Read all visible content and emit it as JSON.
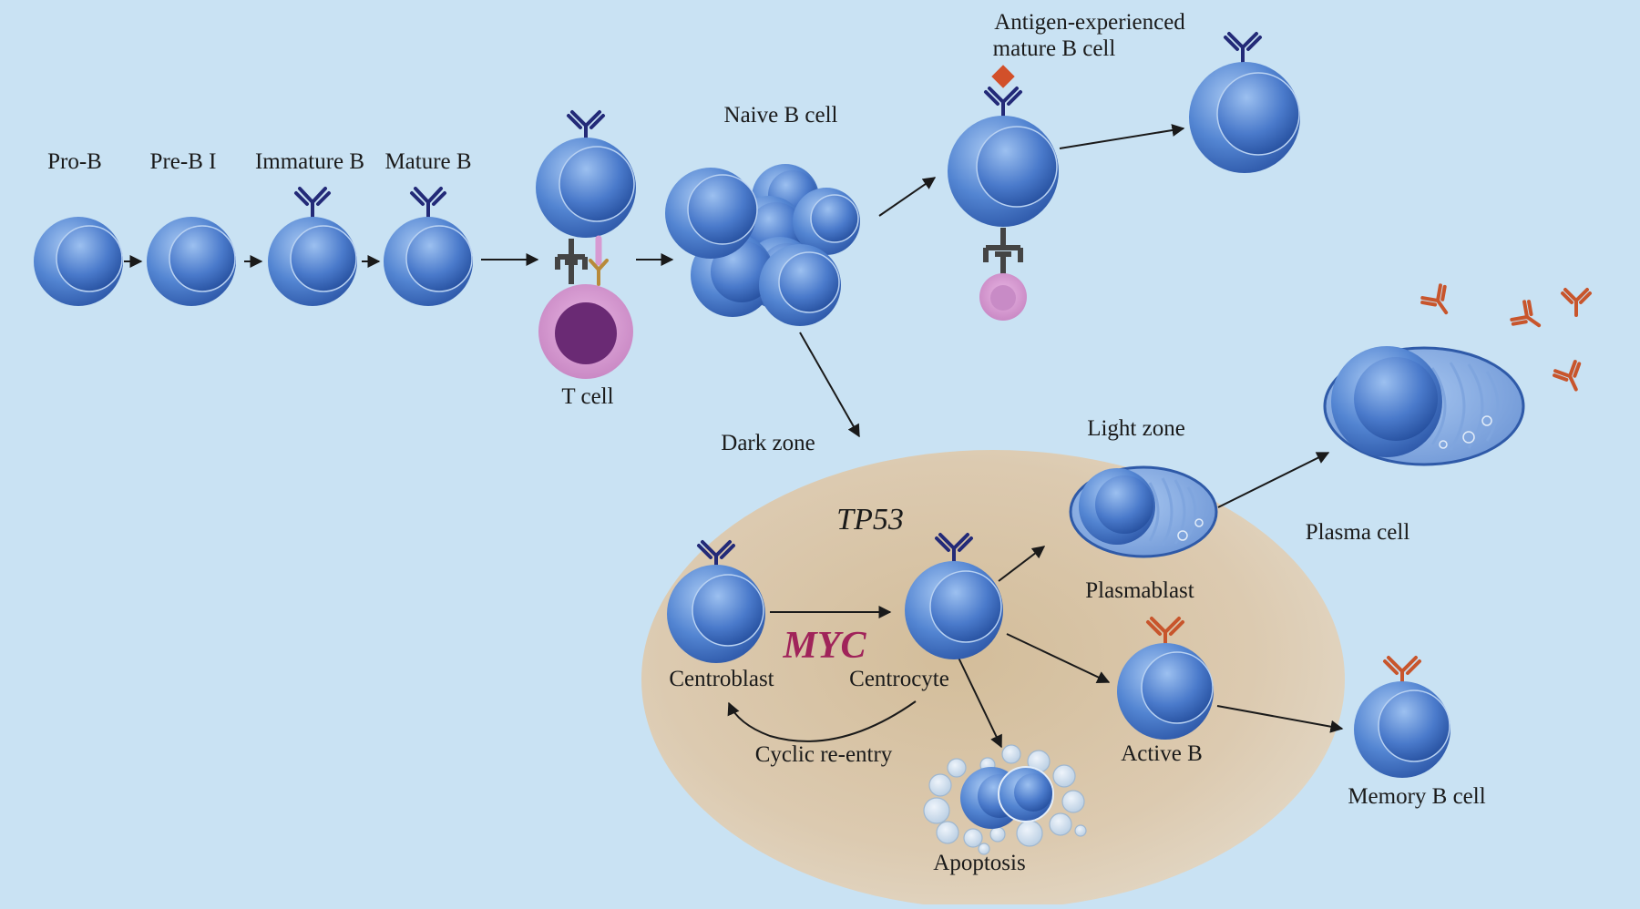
{
  "labels": {
    "pro_b": "Pro-B",
    "pre_b": "Pre-B I",
    "immature_b": "Immature B",
    "mature_b": "Mature B",
    "t_cell": "T cell",
    "naive_b": "Naive B cell",
    "antigen_line1": "Antigen-experienced",
    "antigen_line2": "mature B cell",
    "dark_zone": "Dark zone",
    "light_zone": "Light zone",
    "tp53": "TP53",
    "myc": "MYC",
    "centroblast": "Centroblast",
    "centrocyte": "Centrocyte",
    "cyclic_reentry": "Cyclic re-entry",
    "apoptosis": "Apoptosis",
    "plasmablast": "Plasmablast",
    "plasma_cell": "Plasma cell",
    "active_b": "Active B",
    "memory_b": "Memory B cell"
  },
  "colors": {
    "background": "#c9e2f3",
    "b_cell": "#3f6fc2",
    "antibody_b": "#232a78",
    "antibody_secreted": "#c8552c",
    "t_cell": "#d79ad2",
    "germinal_center": "#d7c4a6",
    "myc_text": "#a0235a"
  }
}
